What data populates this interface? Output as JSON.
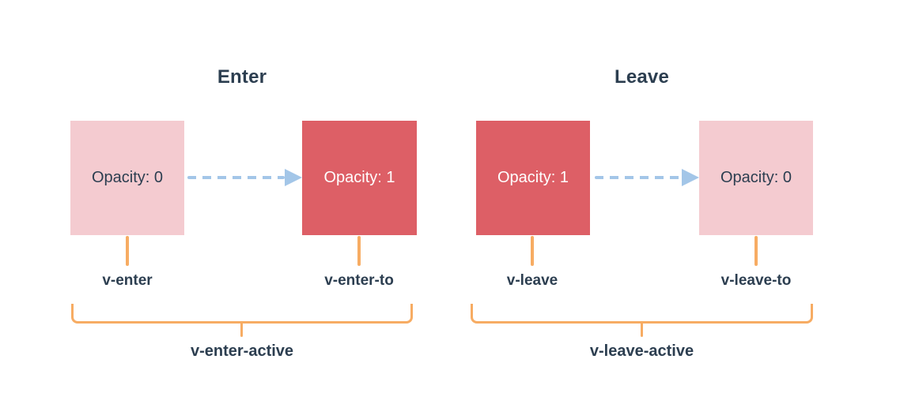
{
  "colors": {
    "pink": "#f4cbd0",
    "red": "#dd5f66",
    "orange": "#f7ac63",
    "blue": "#a3c6e8",
    "navy": "#2c3e50"
  },
  "sections": [
    {
      "id": "enter",
      "title": "Enter",
      "box_from": {
        "label": "Opacity: 0"
      },
      "box_to": {
        "label": "Opacity: 1"
      },
      "from_class": "v-enter",
      "to_class": "v-enter-to",
      "active_class": "v-enter-active"
    },
    {
      "id": "leave",
      "title": "Leave",
      "box_from": {
        "label": "Opacity: 1"
      },
      "box_to": {
        "label": "Opacity: 0"
      },
      "from_class": "v-leave",
      "to_class": "v-leave-to",
      "active_class": "v-leave-active"
    }
  ]
}
